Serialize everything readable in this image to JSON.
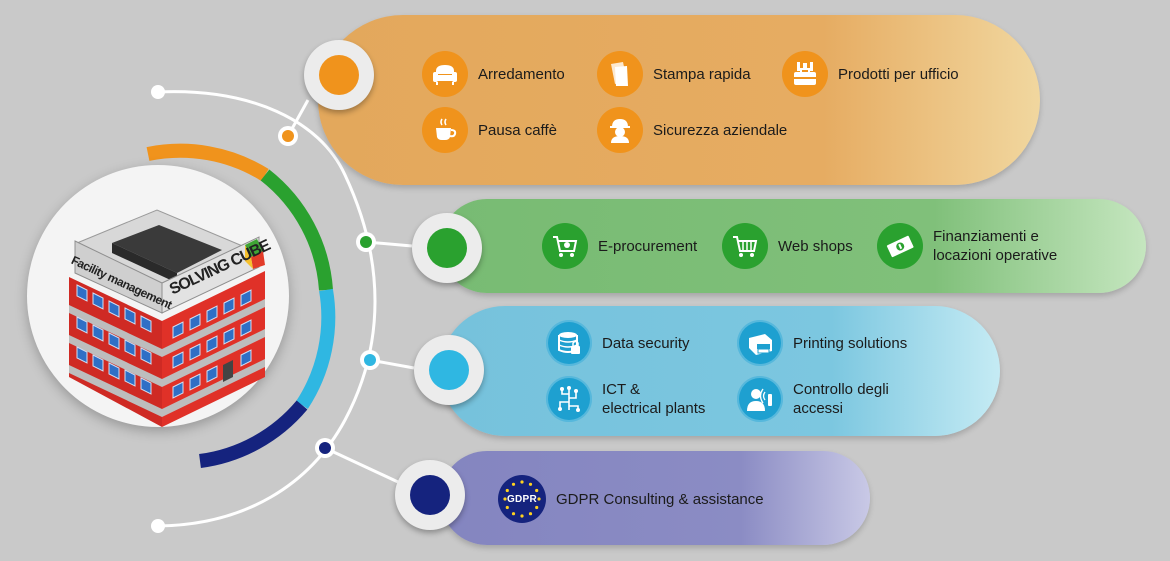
{
  "hub": {
    "sign_left": "Facility management",
    "sign_right": "SOLVING CUBE"
  },
  "colors": {
    "orange": "#f0931c",
    "green": "#2aa12f",
    "light_blue": "#1ea0d0",
    "navy": "#15237e"
  },
  "groups": [
    {
      "color": "orange",
      "items": [
        {
          "label": "Arredamento",
          "icon": "armchair-icon"
        },
        {
          "label": "Stampa rapida",
          "icon": "papers-icon"
        },
        {
          "label": "Prodotti per ufficio",
          "icon": "office-supplies-icon"
        },
        {
          "label": "Pausa caffè",
          "icon": "coffee-cup-icon"
        },
        {
          "label": "Sicurezza aziendale",
          "icon": "worker-helmet-icon"
        }
      ]
    },
    {
      "color": "green",
      "items": [
        {
          "label": "E-procurement",
          "icon": "cart-gear-icon"
        },
        {
          "label": "Web shops",
          "icon": "shopping-cart-icon"
        },
        {
          "label": "Finanziamenti e\nlocazioni operative",
          "icon": "banknote-icon"
        }
      ]
    },
    {
      "color": "light_blue",
      "items": [
        {
          "label": "Data security",
          "icon": "database-lock-icon"
        },
        {
          "label": "Printing solutions",
          "icon": "printer-icon"
        },
        {
          "label": "ICT &\nelectrical plants",
          "icon": "circuit-icon"
        },
        {
          "label": "Controllo degli\naccessi",
          "icon": "access-control-icon"
        }
      ]
    },
    {
      "color": "navy",
      "items": [
        {
          "label": "GDPR Consulting & assistance",
          "icon": "gdpr-badge-icon"
        }
      ]
    }
  ],
  "gdpr_badge_text": "GDPR"
}
